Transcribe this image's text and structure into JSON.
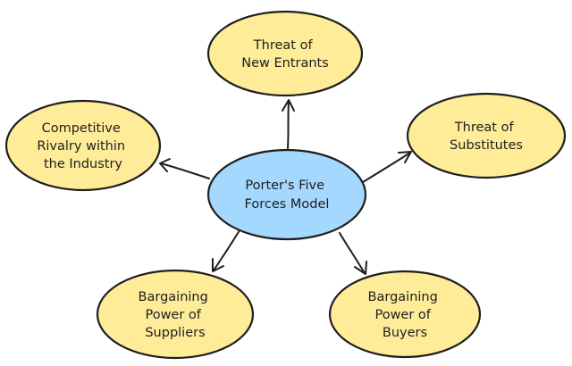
{
  "colors": {
    "center_fill": "#a5d8ff",
    "node_fill": "#ffec99",
    "stroke": "#1e1e1e",
    "background": "#ffffff"
  },
  "center": {
    "lines": [
      "Porter's Five",
      "Forces Model"
    ]
  },
  "forces": [
    {
      "id": "new-entrants",
      "lines": [
        "Threat of",
        "New Entrants"
      ]
    },
    {
      "id": "substitutes",
      "lines": [
        "Threat of",
        "Substitutes"
      ]
    },
    {
      "id": "rivalry",
      "lines": [
        "Competitive",
        "Rivalry within",
        "the Industry"
      ]
    },
    {
      "id": "suppliers",
      "lines": [
        "Bargaining",
        "Power of",
        "Suppliers"
      ]
    },
    {
      "id": "buyers",
      "lines": [
        "Bargaining",
        "Power of",
        "Buyers"
      ]
    }
  ]
}
